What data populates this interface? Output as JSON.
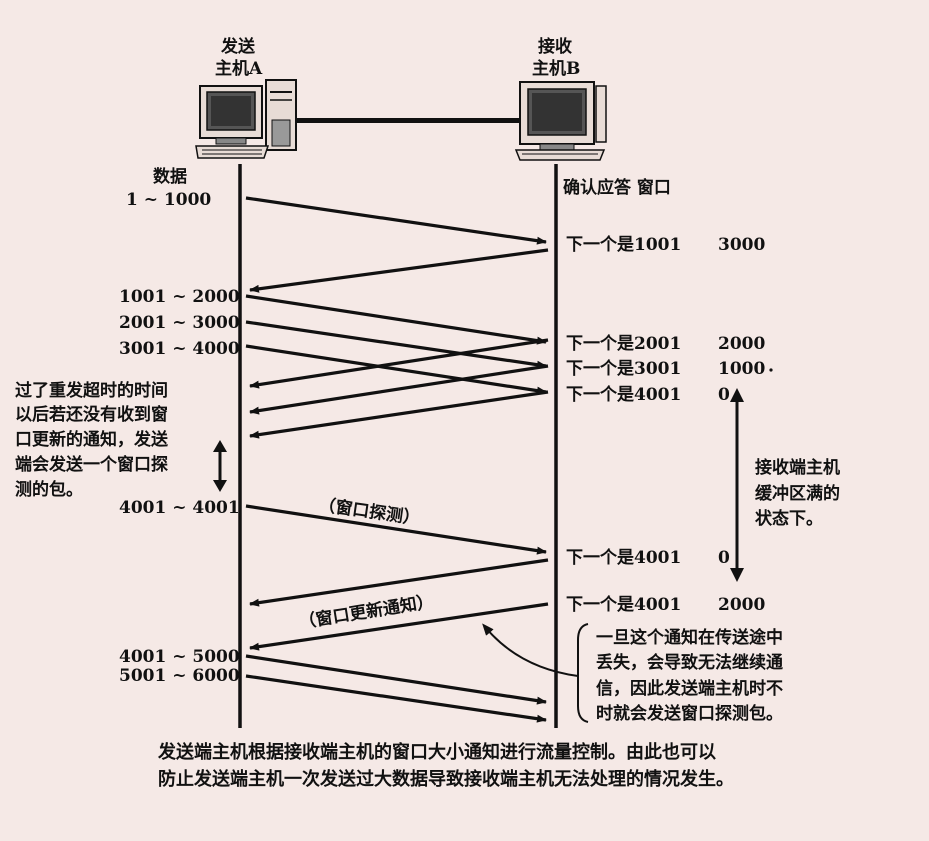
{
  "hosts": {
    "sender": {
      "line1": "发送",
      "line2": "主机A"
    },
    "receiver": {
      "line1": "接收",
      "line2": "主机B"
    }
  },
  "headers": {
    "data": "数据",
    "ack_window": "确认应答 窗口"
  },
  "segments": [
    {
      "range": "1 ~ 1000"
    },
    {
      "range": "1001 ~ 2000"
    },
    {
      "range": "2001 ~ 3000"
    },
    {
      "range": "3001 ~ 4000"
    },
    {
      "range": "4001 ~ 4001"
    },
    {
      "range": "4001 ~ 5000"
    },
    {
      "range": "5001 ~ 6000"
    }
  ],
  "acks": [
    {
      "next": "下一个是1001",
      "window": "3000"
    },
    {
      "next": "下一个是2001",
      "window": "2000"
    },
    {
      "next": "下一个是3001",
      "window": "1000"
    },
    {
      "next": "下一个是4001",
      "window": "0"
    },
    {
      "next": "下一个是4001",
      "window": "0"
    },
    {
      "next": "下一个是4001",
      "window": "2000"
    }
  ],
  "labels": {
    "probe": "（窗口探测）",
    "update": "（窗口更新通知）"
  },
  "notes": {
    "left": [
      "过了重发超时的时间",
      "以后若还没有收到窗",
      "口更新的通知，发送",
      "端会发送一个窗口探",
      "测的包。"
    ],
    "right_buffer": [
      "接收端主机",
      "缓冲区满的",
      "状态下。"
    ],
    "bottom_right": [
      "一旦这个通知在传送途中",
      "丢失，会导致无法继续通",
      "信，因此发送端主机时不",
      "时就会发送窗口探测包。"
    ]
  },
  "caption": [
    "发送端主机根据接收端主机的窗口大小通知进行流量控制。由此也可以",
    "防止发送端主机一次发送过大数据导致接收端主机无法处理的情况发生。"
  ]
}
